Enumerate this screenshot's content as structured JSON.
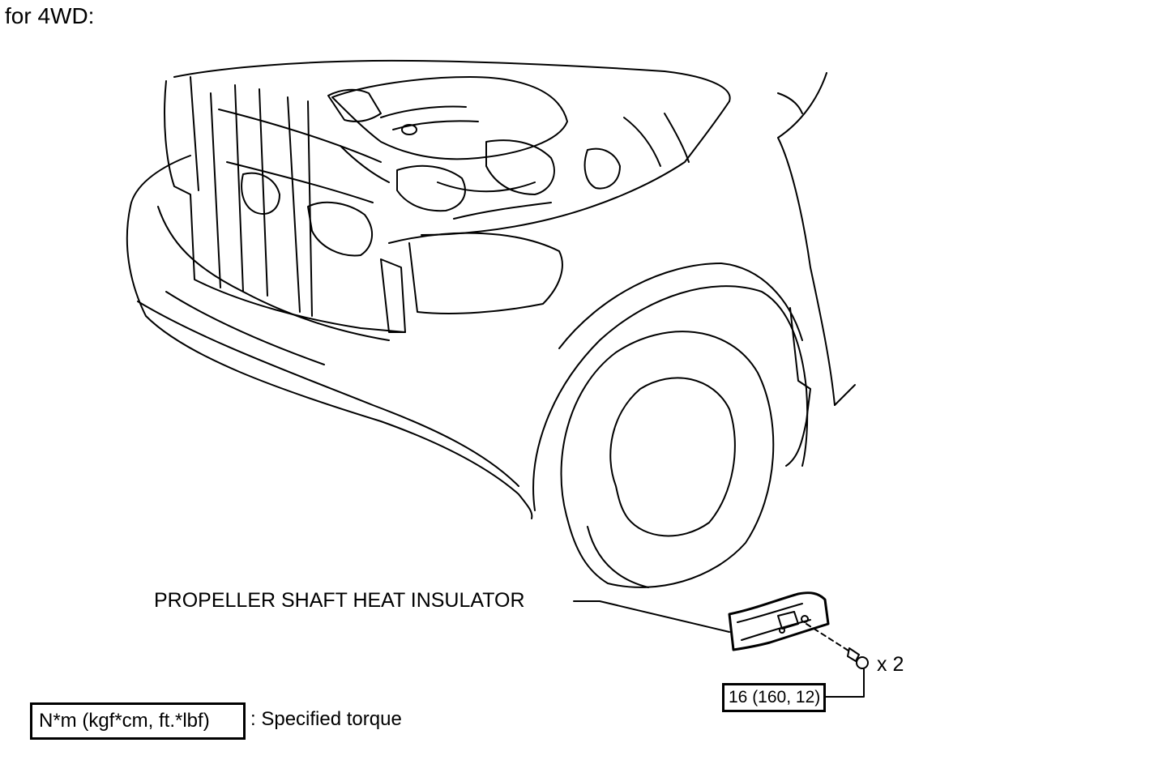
{
  "heading": "for 4WD:",
  "labels": {
    "part": "PROPELLER SHAFT HEAT INSULATOR",
    "quantity": "x 2",
    "torque_value": "16 (160, 12)"
  },
  "legend": {
    "unit_box": "N*m (kgf*cm, ft.*lbf)",
    "description": ": Specified torque"
  }
}
